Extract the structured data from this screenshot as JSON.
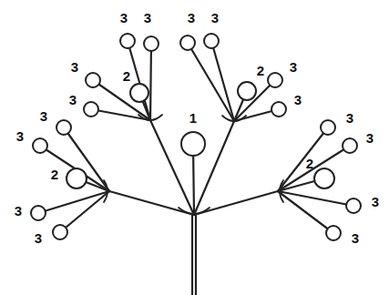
{
  "diagram": {
    "labels": [
      "1",
      "3",
      "3",
      "3",
      "3",
      "3",
      "3",
      "2",
      "2",
      "3",
      "3",
      "3",
      "3",
      "3",
      "3",
      "2",
      "2",
      "3",
      "3",
      "3",
      "3"
    ]
  }
}
